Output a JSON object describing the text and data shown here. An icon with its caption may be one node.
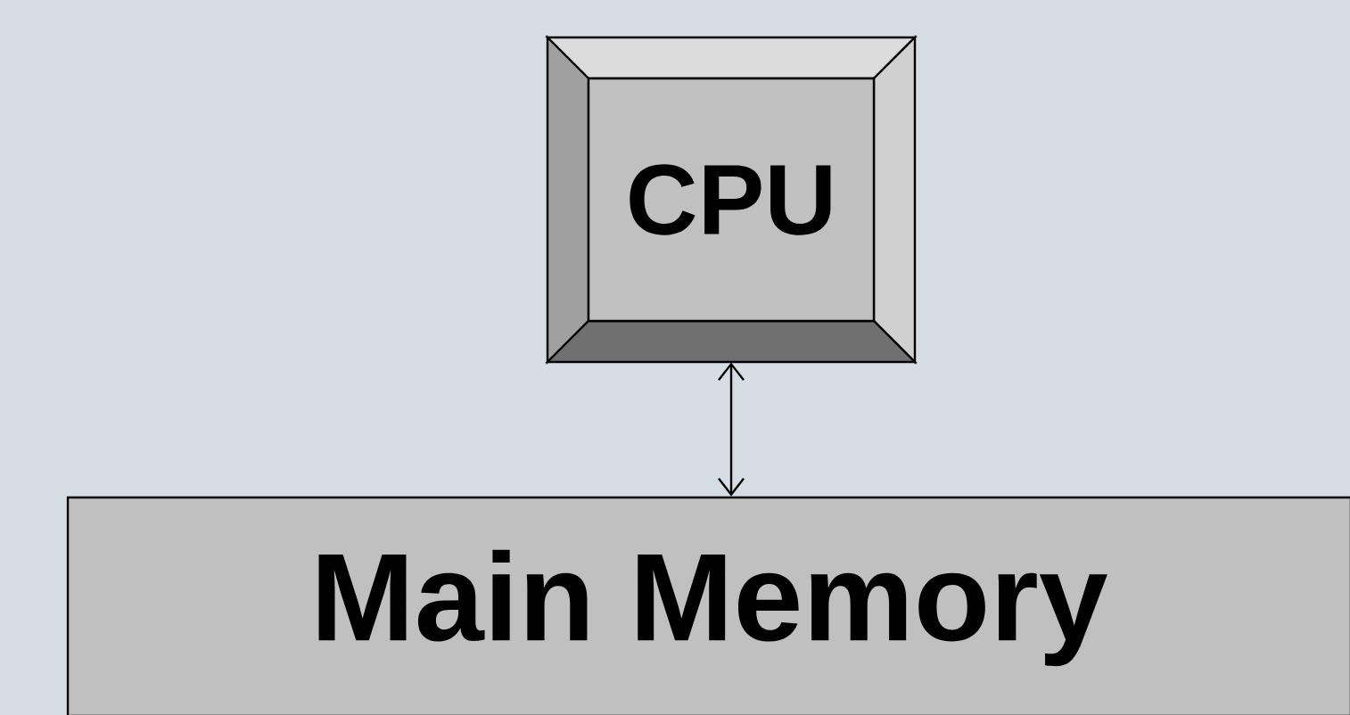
{
  "diagram": {
    "nodes": [
      {
        "text": [
          "CPU"
        ]
      },
      {
        "text": [
          "Main Memory"
        ]
      }
    ],
    "edges": [
      {
        "from": 0,
        "to": 1,
        "arrow": "both"
      }
    ]
  }
}
